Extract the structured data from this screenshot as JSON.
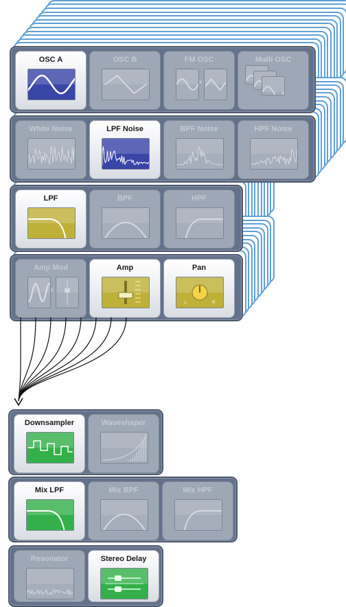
{
  "rows": [
    {
      "id": "oscillators",
      "modules": [
        {
          "label": "OSC A",
          "active": true,
          "display": "sine",
          "screen_color": "#3a45a8"
        },
        {
          "label": "OSC B",
          "active": false,
          "display": "triangle"
        },
        {
          "label": "FM OSC",
          "active": false,
          "display": "fm",
          "separator": "x"
        },
        {
          "label": "Multi OSC",
          "active": false,
          "display": "multi"
        }
      ]
    },
    {
      "id": "noise",
      "modules": [
        {
          "label": "White Noise",
          "active": false,
          "display": "white-noise"
        },
        {
          "label": "LPF Noise",
          "active": true,
          "display": "lpf-noise",
          "screen_color": "#3a45a8"
        },
        {
          "label": "BPF Noise",
          "active": false,
          "display": "bpf-noise"
        },
        {
          "label": "HPF Noise",
          "active": false,
          "display": "hpf-noise"
        }
      ]
    },
    {
      "id": "filters",
      "modules": [
        {
          "label": "LPF",
          "active": true,
          "display": "lpf",
          "screen_color": "#bfb03a"
        },
        {
          "label": "BPF",
          "active": false,
          "display": "bpf"
        },
        {
          "label": "HPF",
          "active": false,
          "display": "hpf"
        }
      ]
    },
    {
      "id": "amplifier",
      "modules": [
        {
          "label": "Amp Mod",
          "active": false,
          "display": "ampmod",
          "separator": "x"
        },
        {
          "label": "Amp",
          "active": true,
          "display": "amp",
          "screen_color": "#bfb03a"
        },
        {
          "label": "Pan",
          "active": true,
          "display": "pan",
          "screen_color": "#bfb03a",
          "pan_labels": [
            "L",
            "R"
          ]
        }
      ]
    },
    {
      "id": "distortion",
      "modules": [
        {
          "label": "Downsampler",
          "active": true,
          "display": "downsampler",
          "screen_color": "#34b04a"
        },
        {
          "label": "Waveshaper",
          "active": false,
          "display": "waveshaper"
        }
      ]
    },
    {
      "id": "mix-filters",
      "modules": [
        {
          "label": "Mix LPF",
          "active": true,
          "display": "lpf",
          "screen_color": "#34b04a"
        },
        {
          "label": "Mix BPF",
          "active": false,
          "display": "bpf"
        },
        {
          "label": "Mix HPF",
          "active": false,
          "display": "hpf"
        }
      ]
    },
    {
      "id": "effects",
      "modules": [
        {
          "label": "Resonator",
          "active": false,
          "display": "resonator"
        },
        {
          "label": "Stereo Delay",
          "active": true,
          "display": "delay",
          "screen_color": "#34b04a"
        }
      ]
    }
  ],
  "colors": {
    "panel": "#64718a",
    "ghost_border": "#5fa0d8",
    "wire": "#111111"
  }
}
